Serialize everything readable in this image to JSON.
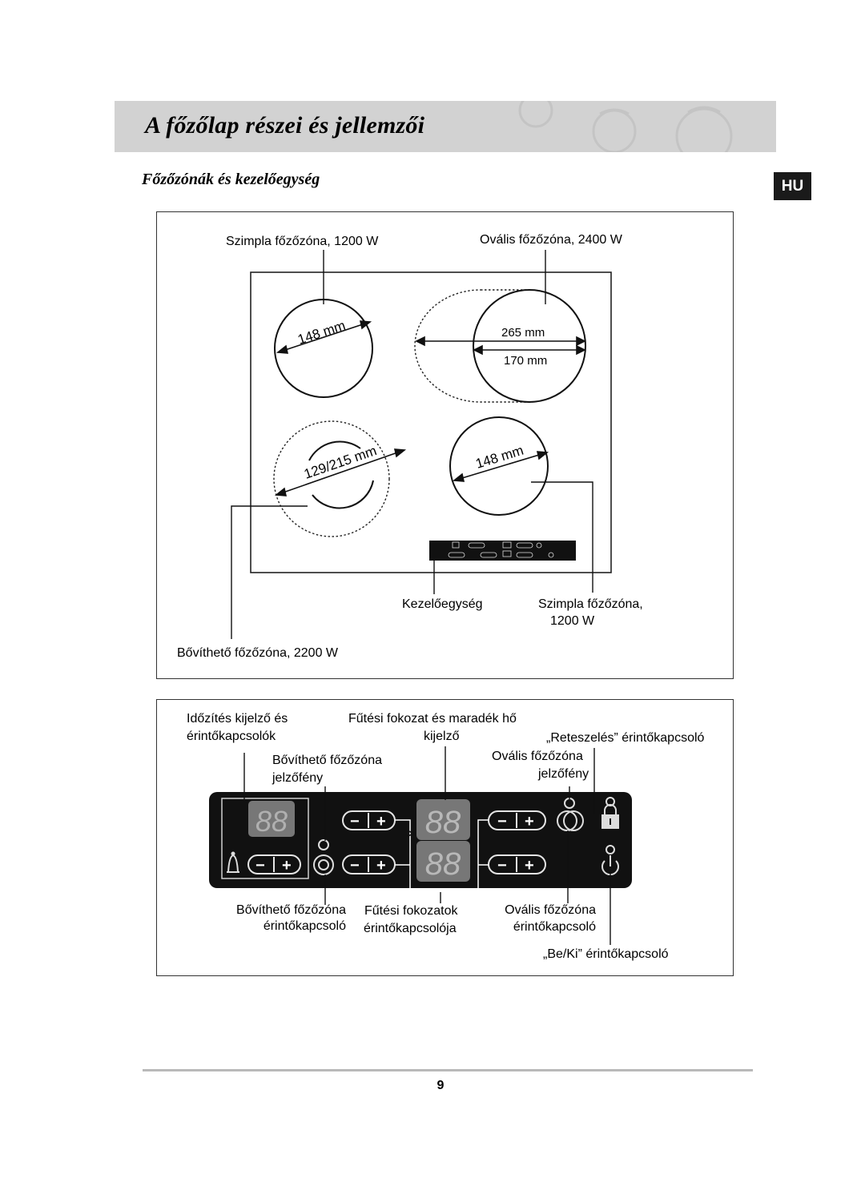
{
  "header": {
    "title": "A főzőlap részei és jellemzői",
    "lang": "HU"
  },
  "section": {
    "title": "Főzőzónák és kezelőegység"
  },
  "diagram1": {
    "labels": {
      "single_top": "Szimpla főzőzóna, 1200 W",
      "oval_top": "Ovális főzőzóna, 2400 W",
      "control_unit": "Kezelőegység",
      "single_bottom_1": "Szimpla főzőzóna,",
      "single_bottom_2": "1200 W",
      "expandable": "Bővíthető főzőzóna, 2200 W"
    },
    "dims": {
      "tl": "148 mm",
      "oval_outer": "265 mm",
      "oval_inner": "170 mm",
      "bl": "129/215 mm",
      "br": "148 mm"
    }
  },
  "diagram2": {
    "labels": {
      "timer_1": "Időzítés kijelző és",
      "timer_2": "érintőkapcsolók",
      "heat_1": "Fűtési fokozat és maradék hő",
      "heat_2": "kijelző",
      "lock": "„Reteszelés” érintőkapcsoló",
      "exp_light_1": "Bővíthető főzőzóna",
      "exp_light_2": "jelzőfény",
      "oval_light_1": "Ovális főzőzóna",
      "oval_light_2": "jelzőfény",
      "exp_switch_1": "Bővíthető főzőzóna",
      "exp_switch_2": "érintőkapcsoló",
      "heat_switch_1": "Fűtési fokozatok",
      "heat_switch_2": "érintőkapcsolója",
      "oval_switch_1": "Ovális főzőzóna",
      "oval_switch_2": "érintőkapcsoló",
      "power": "„Be/Ki” érintőkapcsoló"
    },
    "digits": "88",
    "minus": "−",
    "plus": "+"
  },
  "footer": {
    "page": "9"
  }
}
